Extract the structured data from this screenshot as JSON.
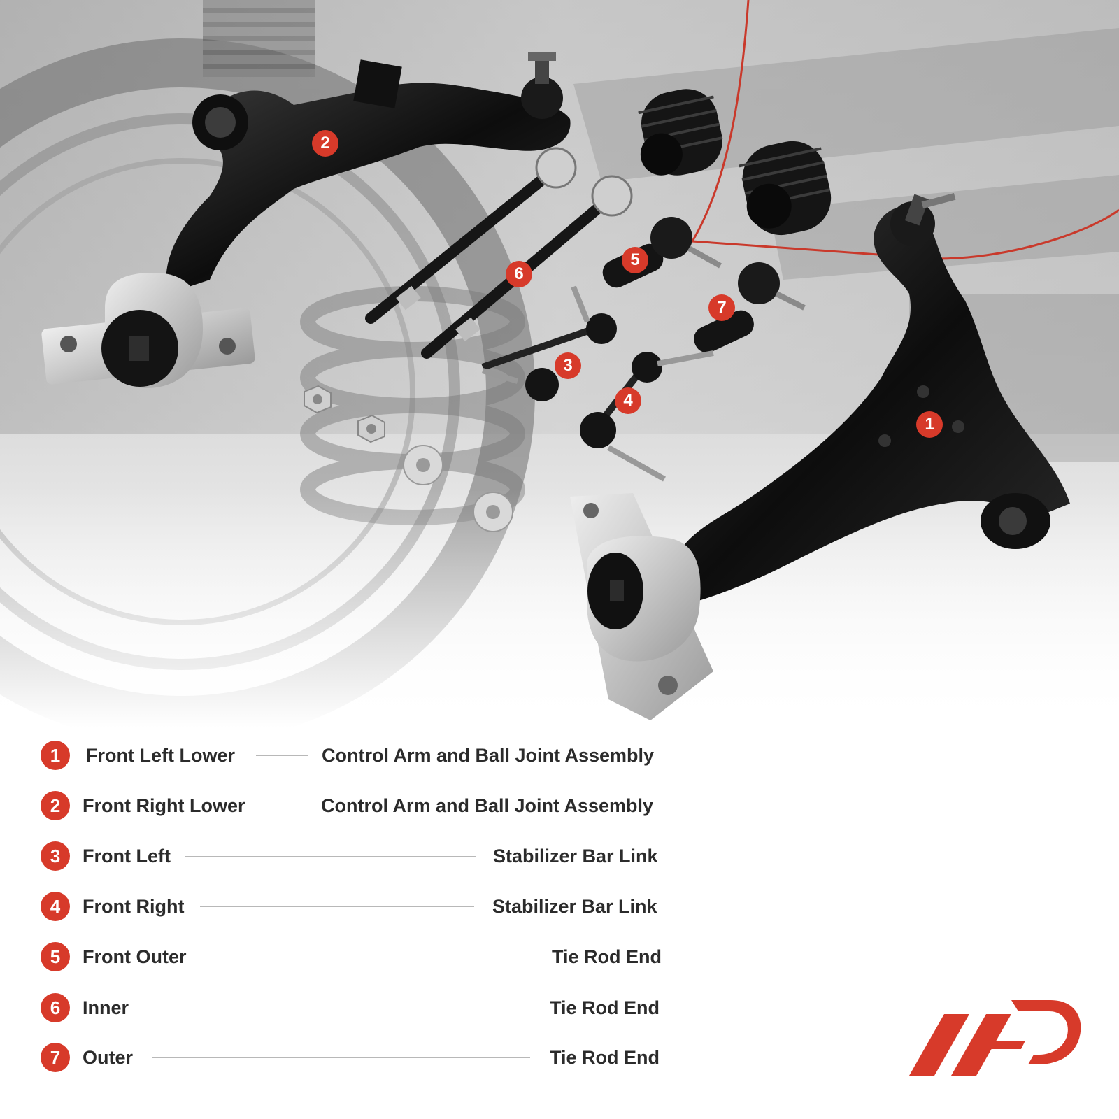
{
  "colors": {
    "accent": "#d73a2a",
    "text": "#2b2b2b",
    "rule": "#b8b8b8"
  },
  "callouts": [
    "1",
    "2",
    "3",
    "4",
    "5",
    "6",
    "7"
  ],
  "legend": [
    {
      "num": "1",
      "left": "Front Left Lower",
      "right": "Control Arm and Ball Joint Assembly"
    },
    {
      "num": "2",
      "left": "Front Right Lower",
      "right": "Control Arm and Ball Joint Assembly"
    },
    {
      "num": "3",
      "left": "Front Left",
      "right": "Stabilizer Bar Link"
    },
    {
      "num": "4",
      "left": "Front Right",
      "right": "Stabilizer Bar Link"
    },
    {
      "num": "5",
      "left": "Front Outer",
      "right": "Tie Rod End"
    },
    {
      "num": "6",
      "left": "Inner",
      "right": "Tie Rod End"
    },
    {
      "num": "7",
      "left": "Outer",
      "right": "Tie Rod End"
    }
  ],
  "logo": {
    "icon": "a-premium-logo"
  }
}
